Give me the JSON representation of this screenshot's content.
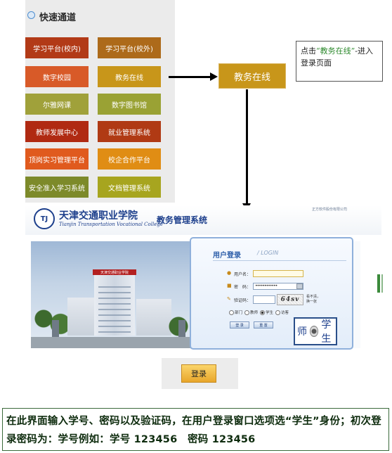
{
  "quick_panel": {
    "title": "快速通道",
    "buttons": [
      {
        "label": "学习平台(校内)",
        "color": "#b23a17"
      },
      {
        "label": "学习平台(校外)",
        "color": "#ad6a1a"
      },
      {
        "label": "数字校园",
        "color": "#d85a28"
      },
      {
        "label": "教务在线",
        "color": "#c8961a"
      },
      {
        "label": "尔雅网课",
        "color": "#a0a13a"
      },
      {
        "label": "数字图书馆",
        "color": "#9aa234"
      },
      {
        "label": "教师发展中心",
        "color": "#b02a12"
      },
      {
        "label": "就业管理系统",
        "color": "#b03a14"
      },
      {
        "label": "顶岗实习管理平台",
        "color": "#e05a1e"
      },
      {
        "label": "校企合作平台",
        "color": "#e08d14"
      },
      {
        "label": "安全准入学习系统",
        "color": "#7d8a2a"
      },
      {
        "label": "文档管理系统",
        "color": "#a7a51f"
      }
    ]
  },
  "callout": {
    "button_label": "教务在线",
    "note_prefix": "点击",
    "note_highlight": "“教务在线”",
    "note_suffix": "-进入登录页面"
  },
  "system": {
    "college_cn": "天津交通职业学院",
    "college_en": "Tianjin Transportation Vocational College",
    "system_name": "教务管理系统",
    "company": "正方软件股份有限公司",
    "hero_sign": "天津交通职业学院",
    "login": {
      "title": "用户登录",
      "title_en": "LOGIN",
      "username_label": "用户名：",
      "password_label": "密　码：",
      "password_value": "••••••••••••",
      "captcha_label": "验证码：",
      "captcha_text": "64sv",
      "captcha_refresh": "看不清，换一张",
      "roles": [
        "部门",
        "教师",
        "学生",
        "访客"
      ],
      "selected_role": "学生",
      "login_btn": "登 录",
      "reset_btn": "重 置"
    },
    "zoom_prefix": "师",
    "zoom_label": "学生"
  },
  "login_button": "登录",
  "instruction": "在此界面输入学号、密码以及验证码，在用户登录窗口选项选“学生”身份；初次登录密码为：学号例如：学号 123456　密码 123456"
}
